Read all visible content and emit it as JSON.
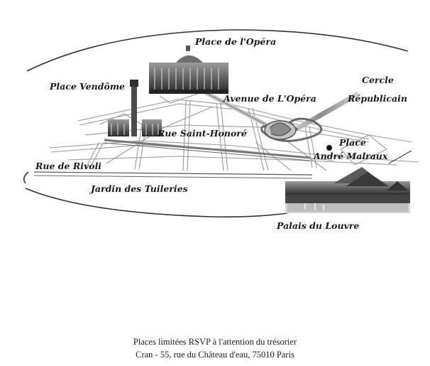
{
  "map": {
    "labels": {
      "place_opera": "Place de l'Opéra",
      "place_vendome": "Place Vendôme",
      "avenue_opera": "Avenue de L'Opéra",
      "cercle_line1": "Cercle",
      "cercle_line2": "Républicain",
      "rue_saint_honore": "Rue Saint-Honoré",
      "place_malraux_line1": "Place",
      "place_malraux_line2": "André Malraux",
      "rue_rivoli": "Rue de Rivoli",
      "jardin_tuileries": "Jardin des Tuileries",
      "palais_louvre": "Palais du Louvre"
    }
  },
  "footer": {
    "line1": "Places limitées RSVP à l'attention du trésorier",
    "line2": "Cran - 55, rue du Château d'eau, 75010 Paris"
  }
}
